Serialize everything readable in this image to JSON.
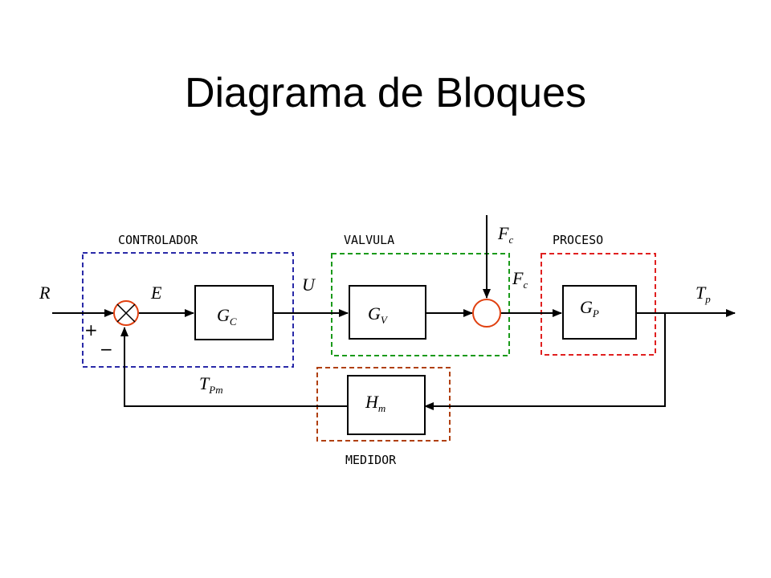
{
  "title": "Diagrama de Bloques",
  "groups": {
    "controlador": {
      "label": "CONTROLADOR",
      "color": "#2a2aa8"
    },
    "valvula": {
      "label": "VALVULA",
      "color": "#1a9a1a"
    },
    "proceso": {
      "label": "PROCESO",
      "color": "#e02020"
    },
    "medidor": {
      "label": "MEDIDOR",
      "color": "#b04010"
    }
  },
  "blocks": {
    "gc": {
      "main": "G",
      "sub": "C"
    },
    "gv": {
      "main": "G",
      "sub": "V"
    },
    "gp": {
      "main": "G",
      "sub": "P"
    },
    "hm": {
      "main": "H",
      "sub": "m"
    }
  },
  "signals": {
    "r": "R",
    "e": "E",
    "u": "U",
    "fc_top": {
      "main": "F",
      "sub": "c"
    },
    "fc_out": {
      "main": "F",
      "sub": "c"
    },
    "tp": {
      "main": "T",
      "sub": "p"
    },
    "tpm": {
      "main": "T",
      "sub": "Pm"
    }
  },
  "signs": {
    "plus": "+",
    "minus": "−"
  },
  "colors": {
    "summing_junction": "#e04010",
    "wires": "#000000"
  }
}
